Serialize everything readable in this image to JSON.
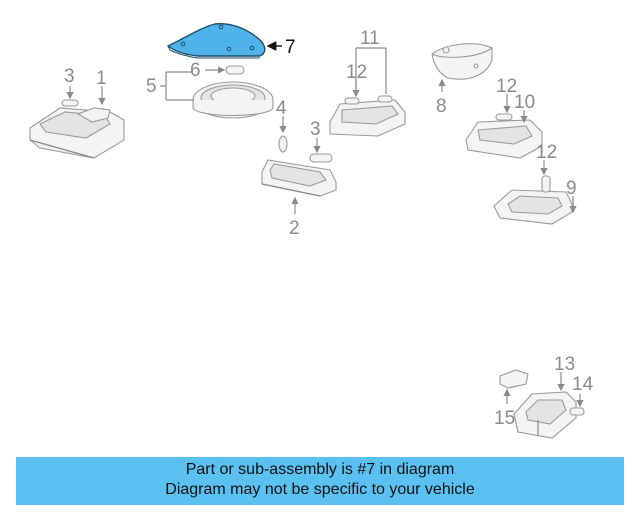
{
  "diagram": {
    "callouts": {
      "c1": "1",
      "c2": "2",
      "c3a": "3",
      "c3b": "3",
      "c4": "4",
      "c5": "5",
      "c6": "6",
      "c7": "7",
      "c8": "8",
      "c9": "9",
      "c10": "10",
      "c11": "11",
      "c12a": "12",
      "c12b": "12",
      "c12c": "12",
      "c13": "13",
      "c14": "14",
      "c15": "15"
    },
    "highlight_part": "7",
    "colors": {
      "highlight": "#4fb3ea",
      "banner": "#5bc0f2"
    }
  },
  "banner": {
    "line1": "Part or sub-assembly is #7 in diagram",
    "line2": "Diagram may not be specific to your vehicle"
  }
}
